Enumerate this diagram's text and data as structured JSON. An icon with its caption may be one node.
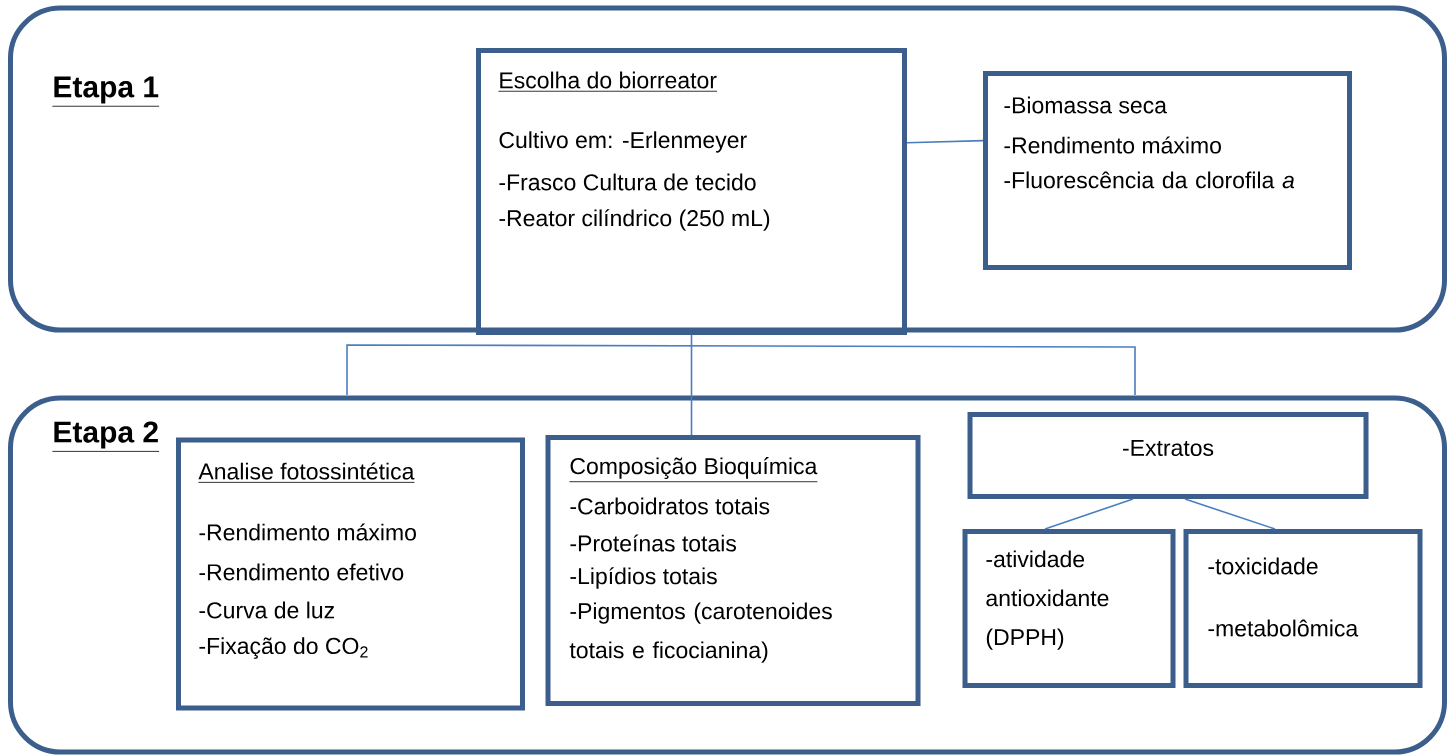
{
  "diagram": {
    "nodes": [
      {
        "text": [
          "Etapa 1"
        ]
      },
      {
        "text": [
          "Escolha do biorreator",
          "Cultivo em: -Erlenmeyer",
          "-Frasco Cultura de tecido",
          "-Reator cilíndrico (250 mL)"
        ],
        "in": 0
      },
      {
        "text": [
          "-Biomassa seca",
          "-Rendimento máximo",
          "-Fluorescência da clorofila *a*"
        ],
        "in": 0
      },
      {
        "text": [
          "Etapa 2"
        ]
      },
      {
        "text": [
          "Analise fotossintética",
          "-Rendimento máximo",
          "-Rendimento efetivo",
          "-Curva de luz",
          "-Fixação do CO$_{2}$"
        ],
        "in": 3
      },
      {
        "text": [
          "Composição Bioquímica",
          "-Carboidratos totais",
          "-Proteínas totais",
          "-Lipídios totais",
          "-Pigmentos (carotenoides totais e ficocianina)"
        ],
        "in": 3
      },
      {
        "text": [
          "-Extratos"
        ],
        "in": 3
      },
      {
        "text": [
          "-atividade antioxidante (DPPH)"
        ],
        "in": 3
      },
      {
        "text": [
          "-toxicidade",
          "-metabolômica"
        ],
        "in": 3
      }
    ],
    "edges": [
      {
        "from": 1,
        "to": 2,
        "arrow": "none"
      },
      {
        "from": 1,
        "to": 5,
        "arrow": "none"
      },
      {
        "from": 6,
        "to": 7,
        "arrow": "none"
      },
      {
        "from": 6,
        "to": 8,
        "arrow": "none"
      }
    ]
  }
}
